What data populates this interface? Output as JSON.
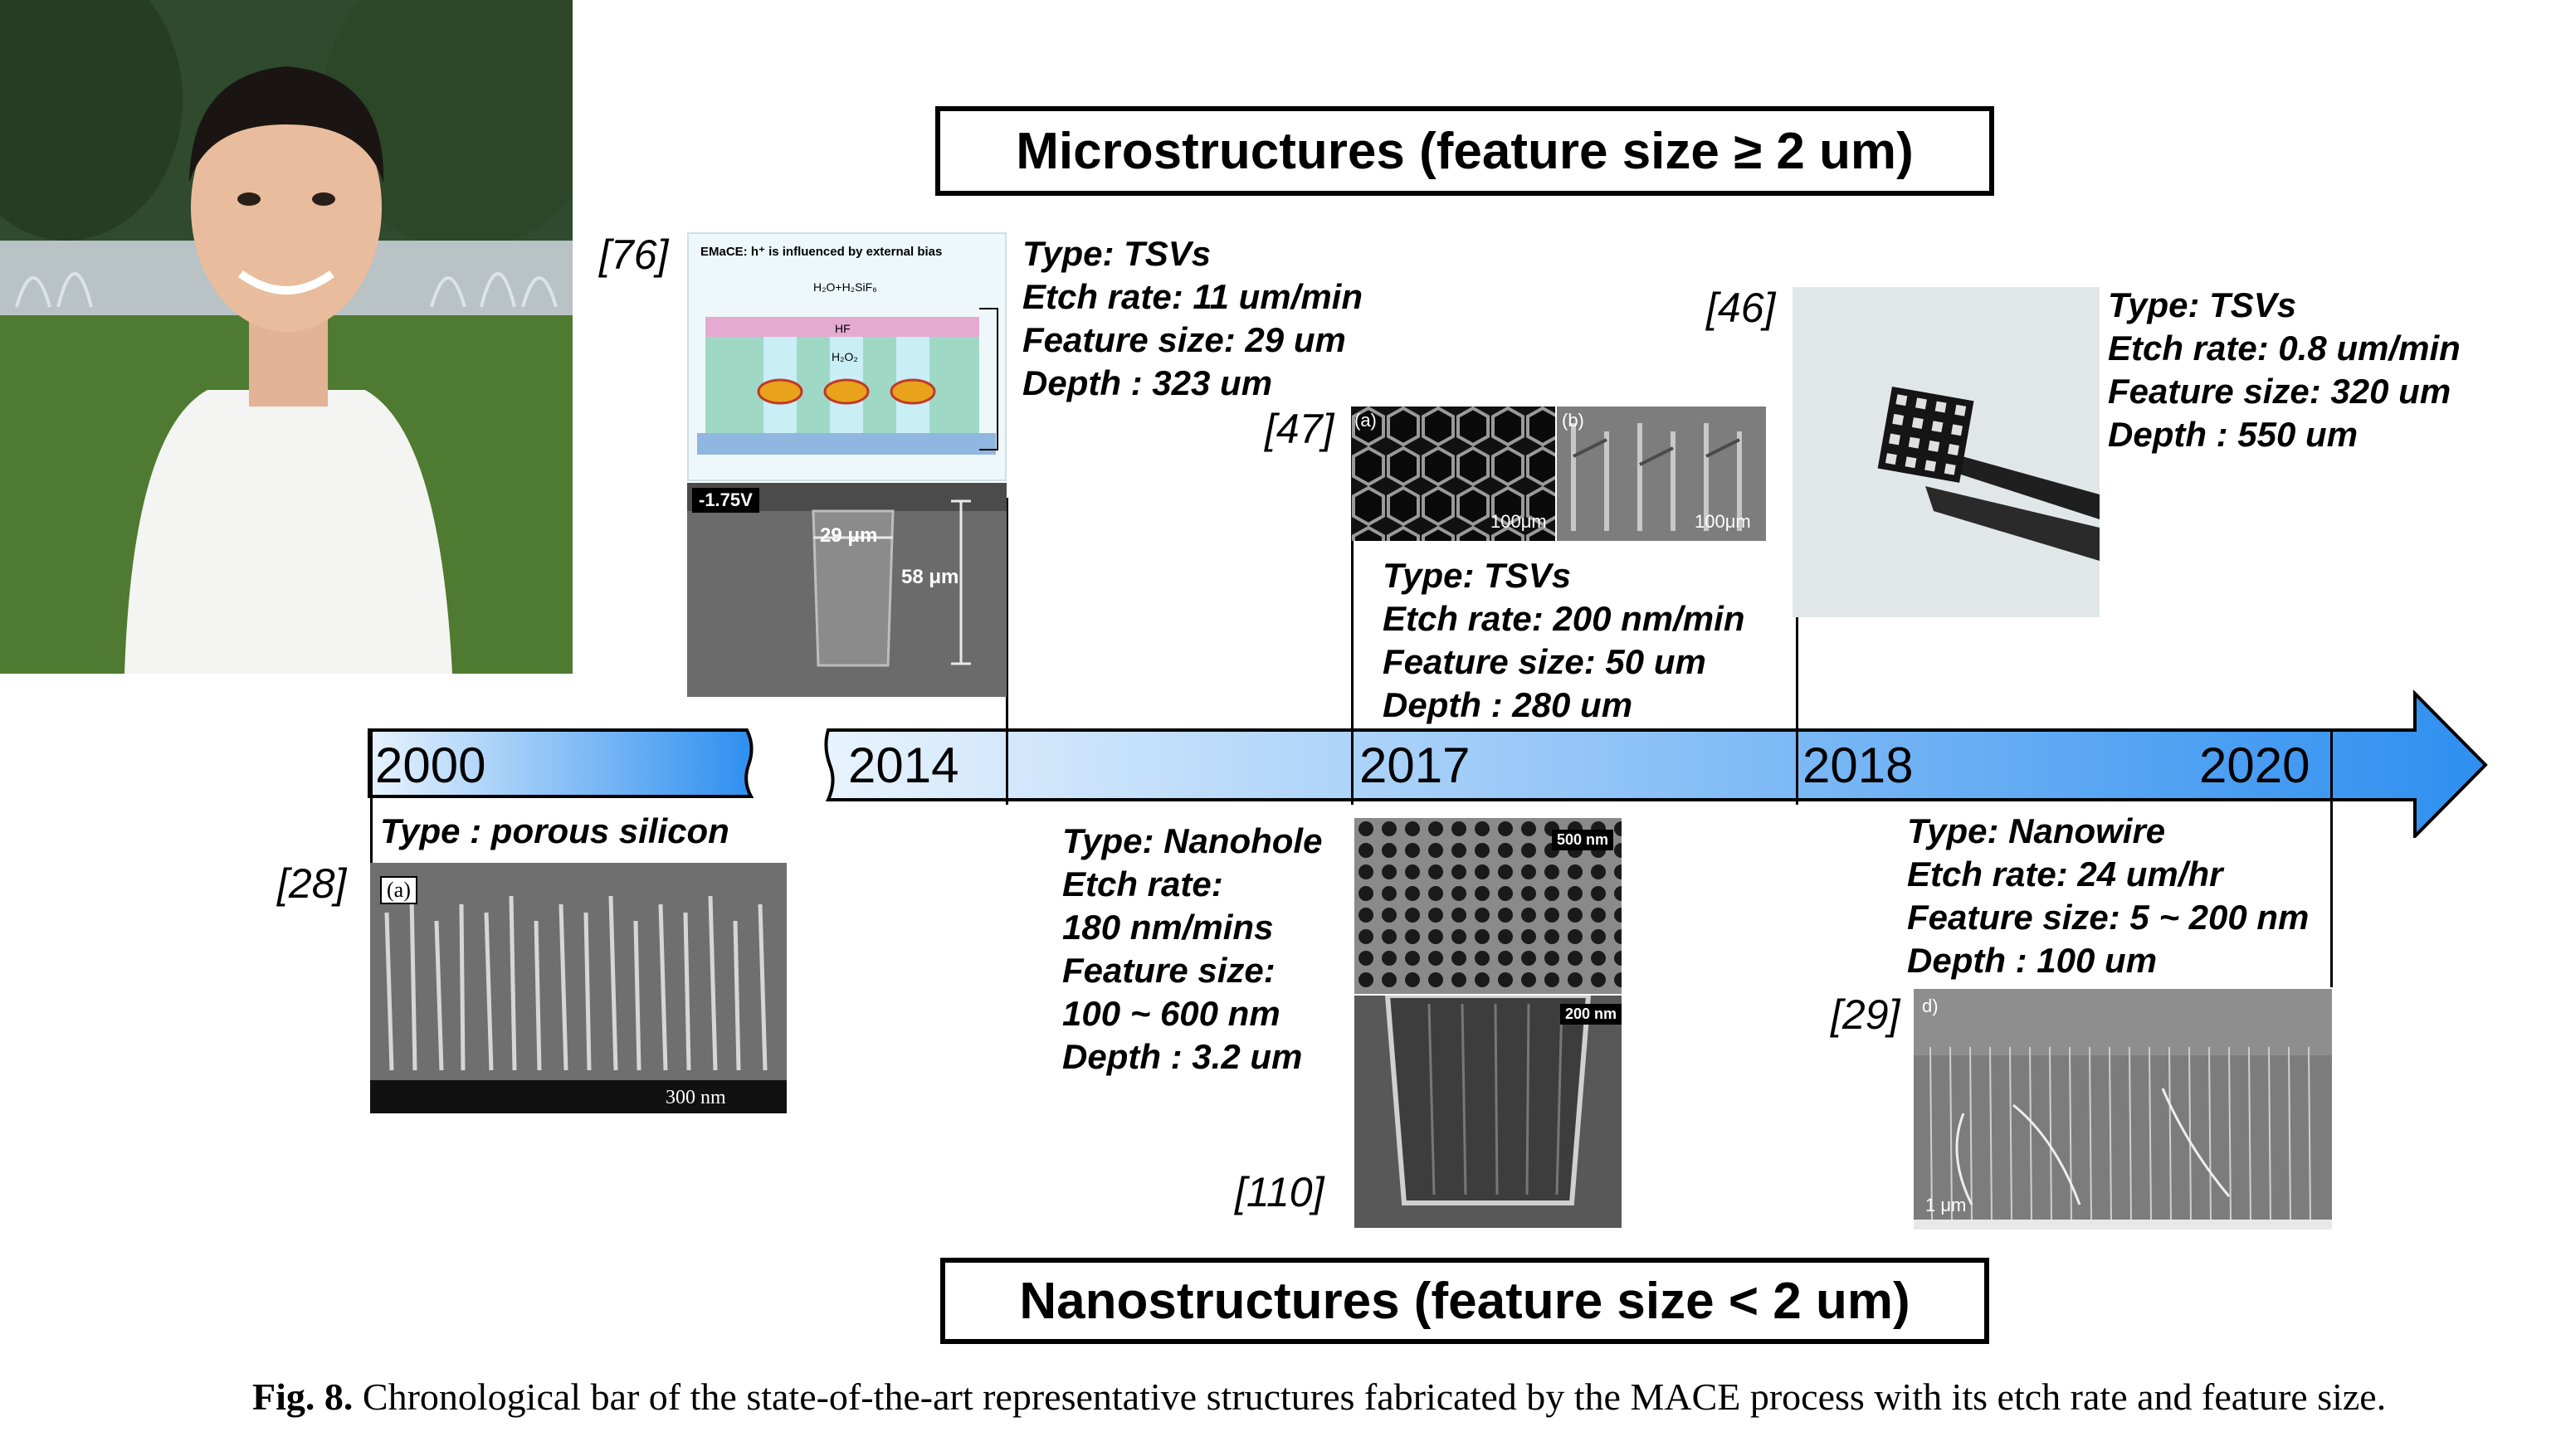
{
  "headers": {
    "micro": "Microstructures (feature size ≥ 2 um)",
    "nano": "Nanostructures (feature size < 2 um)"
  },
  "years": [
    "2000",
    "2014",
    "2017",
    "2018",
    "2020"
  ],
  "refs": {
    "r76": "[76]",
    "r47": "[47]",
    "r46": "[46]",
    "r28": "[28]",
    "r110": "[110]",
    "r29": "[29]"
  },
  "entries": {
    "e76": [
      "Type: TSVs",
      "Etch rate: 11 um/min",
      "Feature size: 29 um",
      "Depth : 323 um"
    ],
    "e47": [
      "Type: TSVs",
      "Etch rate: 200 nm/min",
      "Feature size: 50 um",
      "Depth : 280 um"
    ],
    "e46": [
      "Type: TSVs",
      "Etch rate: 0.8 um/min",
      "Feature size: 320 um",
      "Depth : 550 um"
    ],
    "e28": [
      "Type : porous silicon"
    ],
    "e110": [
      "Type: Nanohole",
      "Etch rate:",
      "180 nm/mins",
      "Feature size:",
      "100 ~ 600 nm",
      "Depth : 3.2 um"
    ],
    "e29": [
      "Type: Nanowire",
      "Etch rate: 24 um/hr",
      "Feature size: 5 ~ 200 nm",
      "Depth : 100 um"
    ]
  },
  "image_labels": {
    "emace_title": "EMaCE: h⁺ is influenced by external bias",
    "chem1": "H₂O+H₂SiF₆",
    "chem2": "HF",
    "chem3": "H₂O₂",
    "voltage": "-1.75V",
    "width29": "29 μm",
    "depth58": "58 μm",
    "panel_a": "(a)",
    "panel_b": "(b)",
    "scale100a": "100μm",
    "scale100b": "100μm",
    "scale500": "500 nm",
    "scale200": "200 nm",
    "scale300": "300 nm",
    "panel_a28": "(a)",
    "panel_d": "d)",
    "scale1um": "1 μm"
  },
  "caption": {
    "label": "Fig. 8.",
    "text": " Chronological bar of the state-of-the-art representative structures fabricated by the MACE process with its etch rate and feature size."
  },
  "colors": {
    "arrow_start": "#e8f3fd",
    "arrow_end": "#2e8ff0",
    "sem_gray": "#6e6e6e"
  }
}
